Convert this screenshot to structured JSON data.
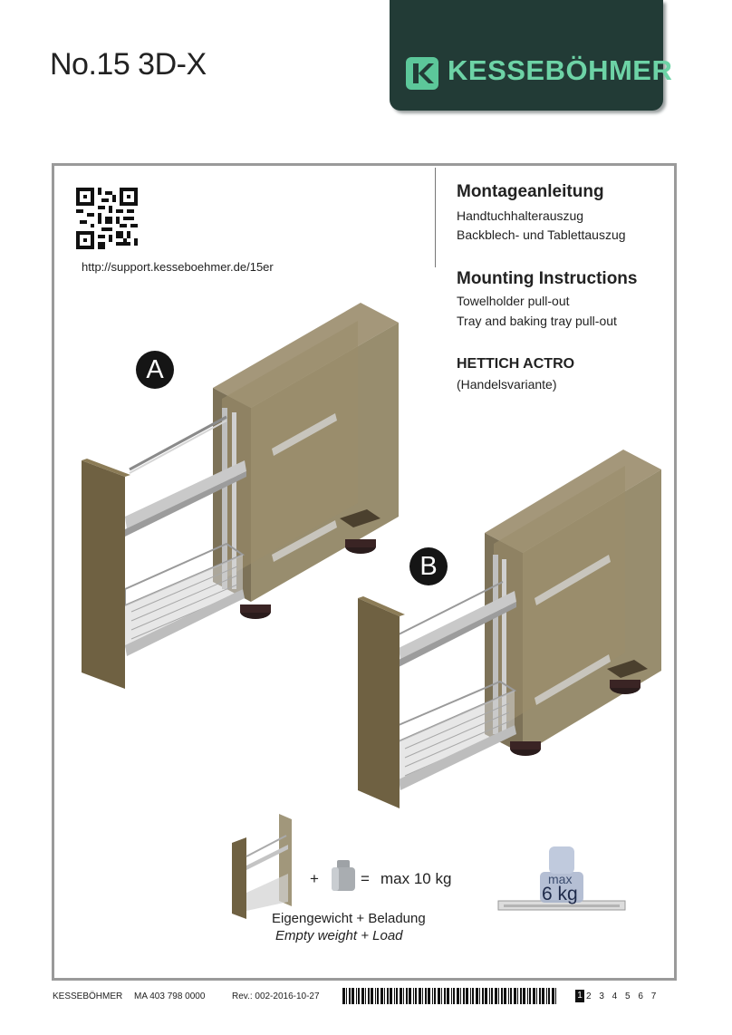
{
  "header": {
    "model": "No.15 3D-X",
    "brand": "KESSEBÖHMER",
    "brand_colors": {
      "background": "#223b36",
      "logo": "#5cc79a"
    }
  },
  "support": {
    "url": "http://support.kesseboehmer.de/15er"
  },
  "titles": {
    "de_title": "Montageanleitung",
    "de_line1": "Handtuchhalterauszug",
    "de_line2": "Backblech- und Tablettauszug",
    "en_title": "Mounting Instructions",
    "en_line1": "Towelholder pull-out",
    "en_line2": "Tray and baking tray pull-out",
    "variant_title": "HETTICH ACTRO",
    "variant_sub": "(Handelsvariante)"
  },
  "variants": {
    "a": "A",
    "b": "B"
  },
  "load": {
    "plus": "+",
    "equals": "=",
    "max_load": "max 10 kg",
    "caption_de": "Eigengewicht + Beladung",
    "caption_en": "Empty weight + Load",
    "weight_max": "max",
    "weight_kg": "6 kg"
  },
  "footer": {
    "company": "KESSEBÖHMER",
    "doc_number": "MA 403 798 0000",
    "revision": "Rev.: 002-2016-10-27",
    "current_page": "1",
    "other_pages": "2 3 4 5 6 7"
  },
  "icons": [
    "qr-code-icon",
    "kesseboehmer-logo-icon",
    "cabinet-pullout-a-illustration",
    "cabinet-pullout-b-illustration",
    "weight-icon",
    "barcode-icon"
  ]
}
